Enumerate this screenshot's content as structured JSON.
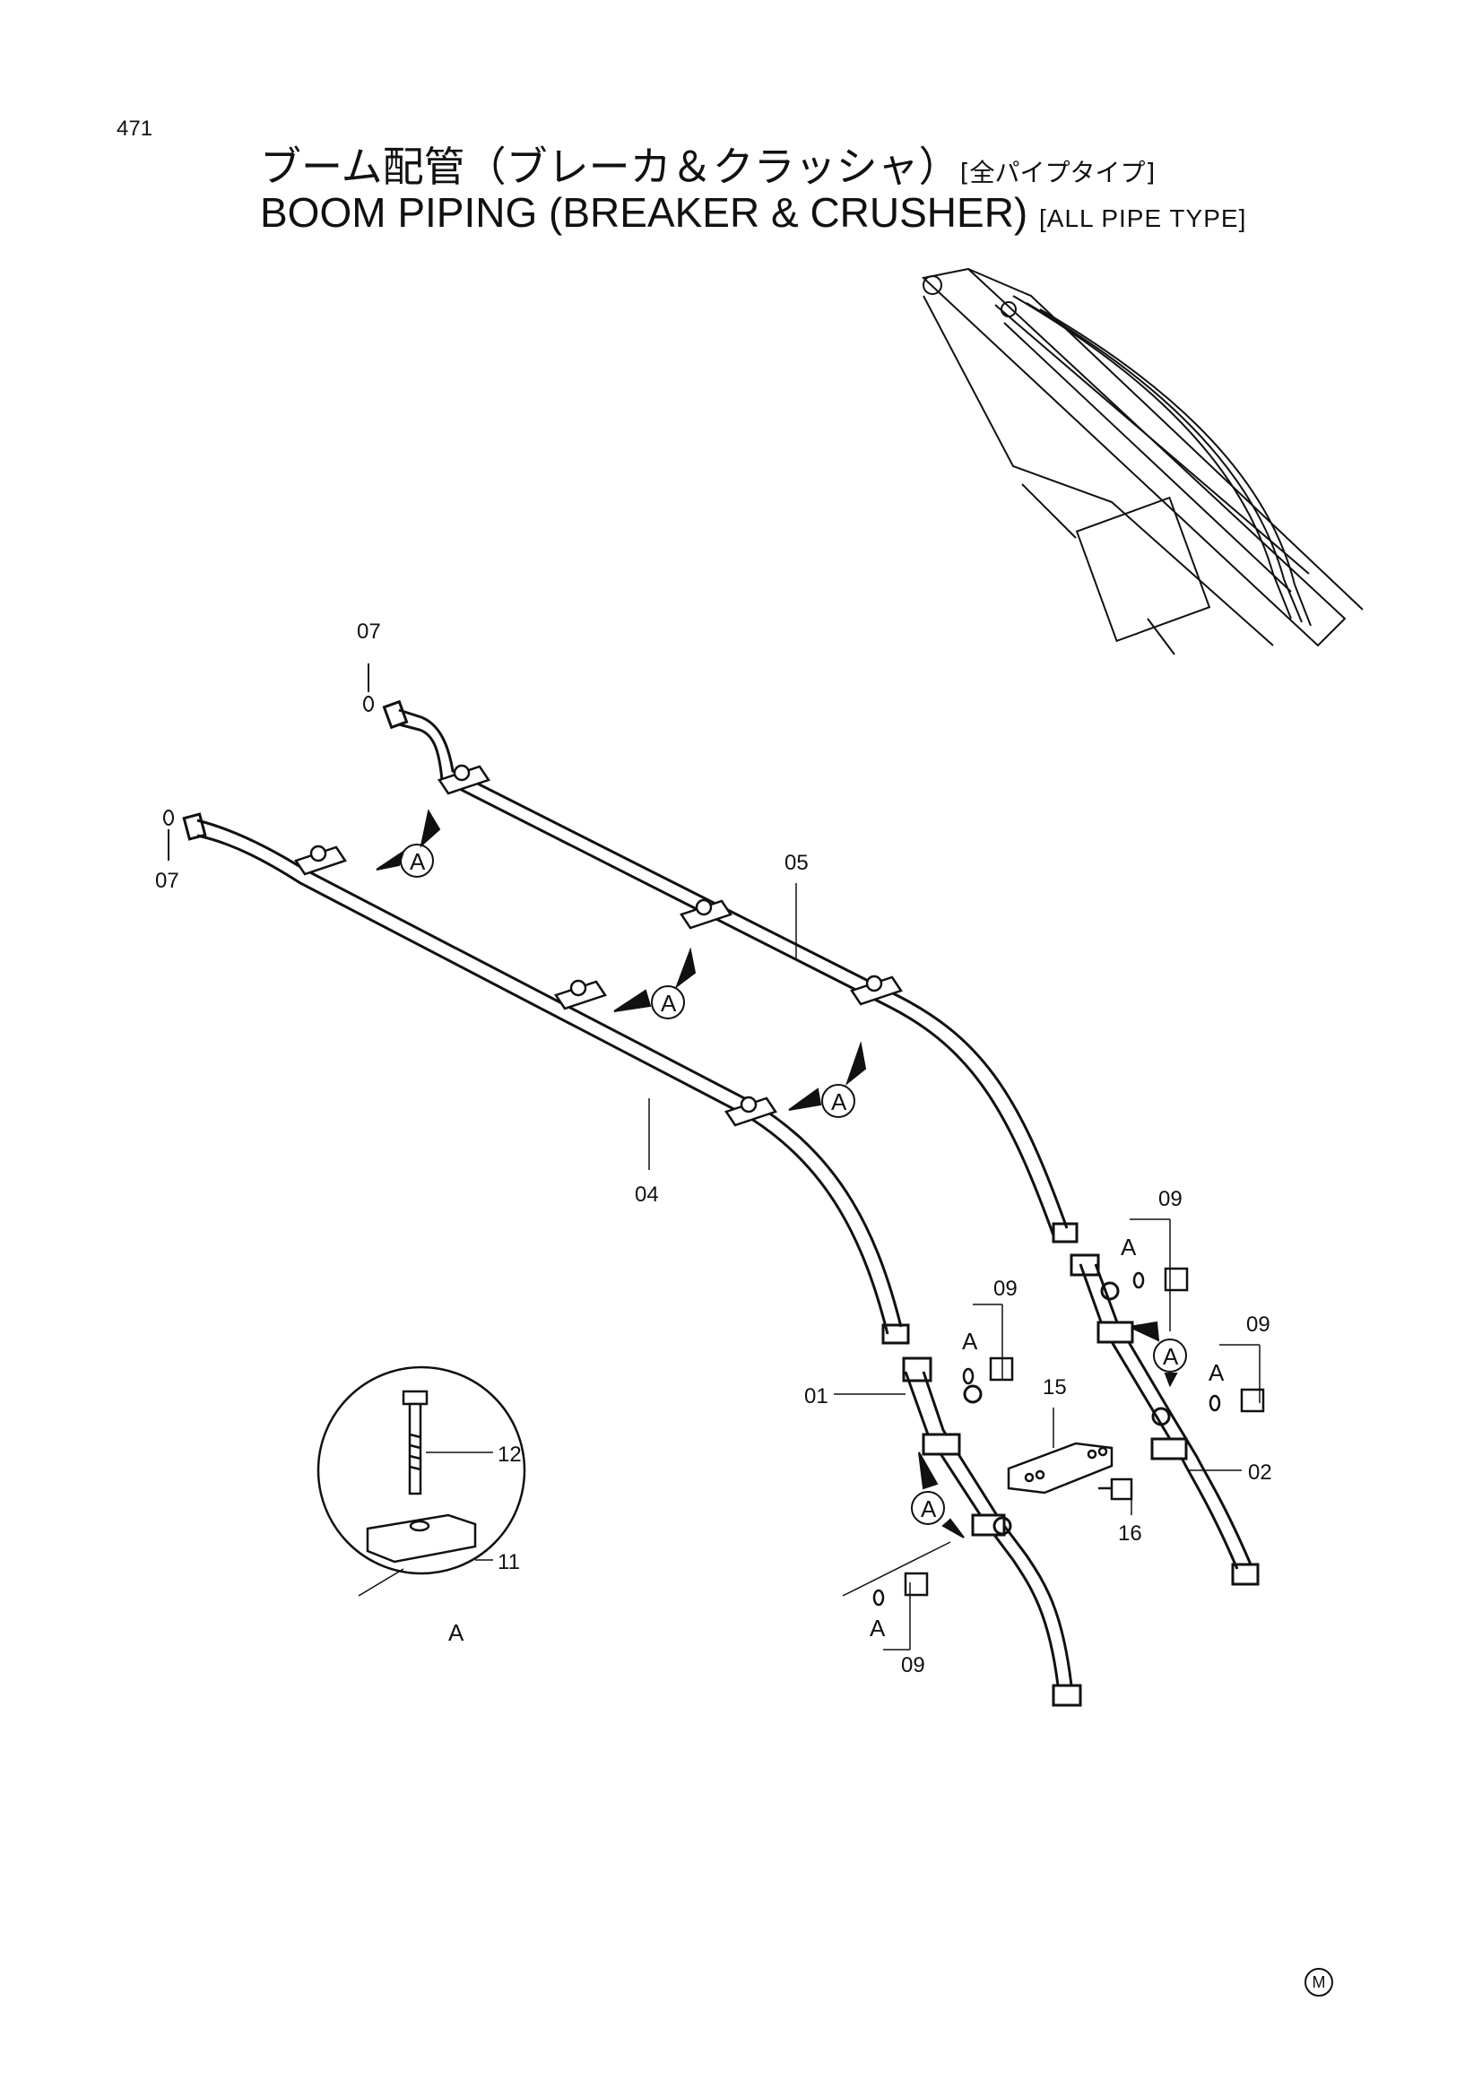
{
  "page_number": "471",
  "title_jp": "ブーム配管（ブレーカ＆クラッシャ）",
  "title_jp_suffix": "[全パイプタイプ]",
  "title_en": "BOOM  PIPING  (BREAKER & CRUSHER)",
  "title_en_suffix": "[ALL  PIPE  TYPE]",
  "callouts": {
    "p01": "01",
    "p02": "02",
    "p04": "04",
    "p05": "05",
    "p07": "07",
    "p09": "09",
    "p11": "11",
    "p12": "12",
    "p15": "15",
    "p16": "16"
  },
  "view_letter": "A",
  "corner_mark": "M"
}
